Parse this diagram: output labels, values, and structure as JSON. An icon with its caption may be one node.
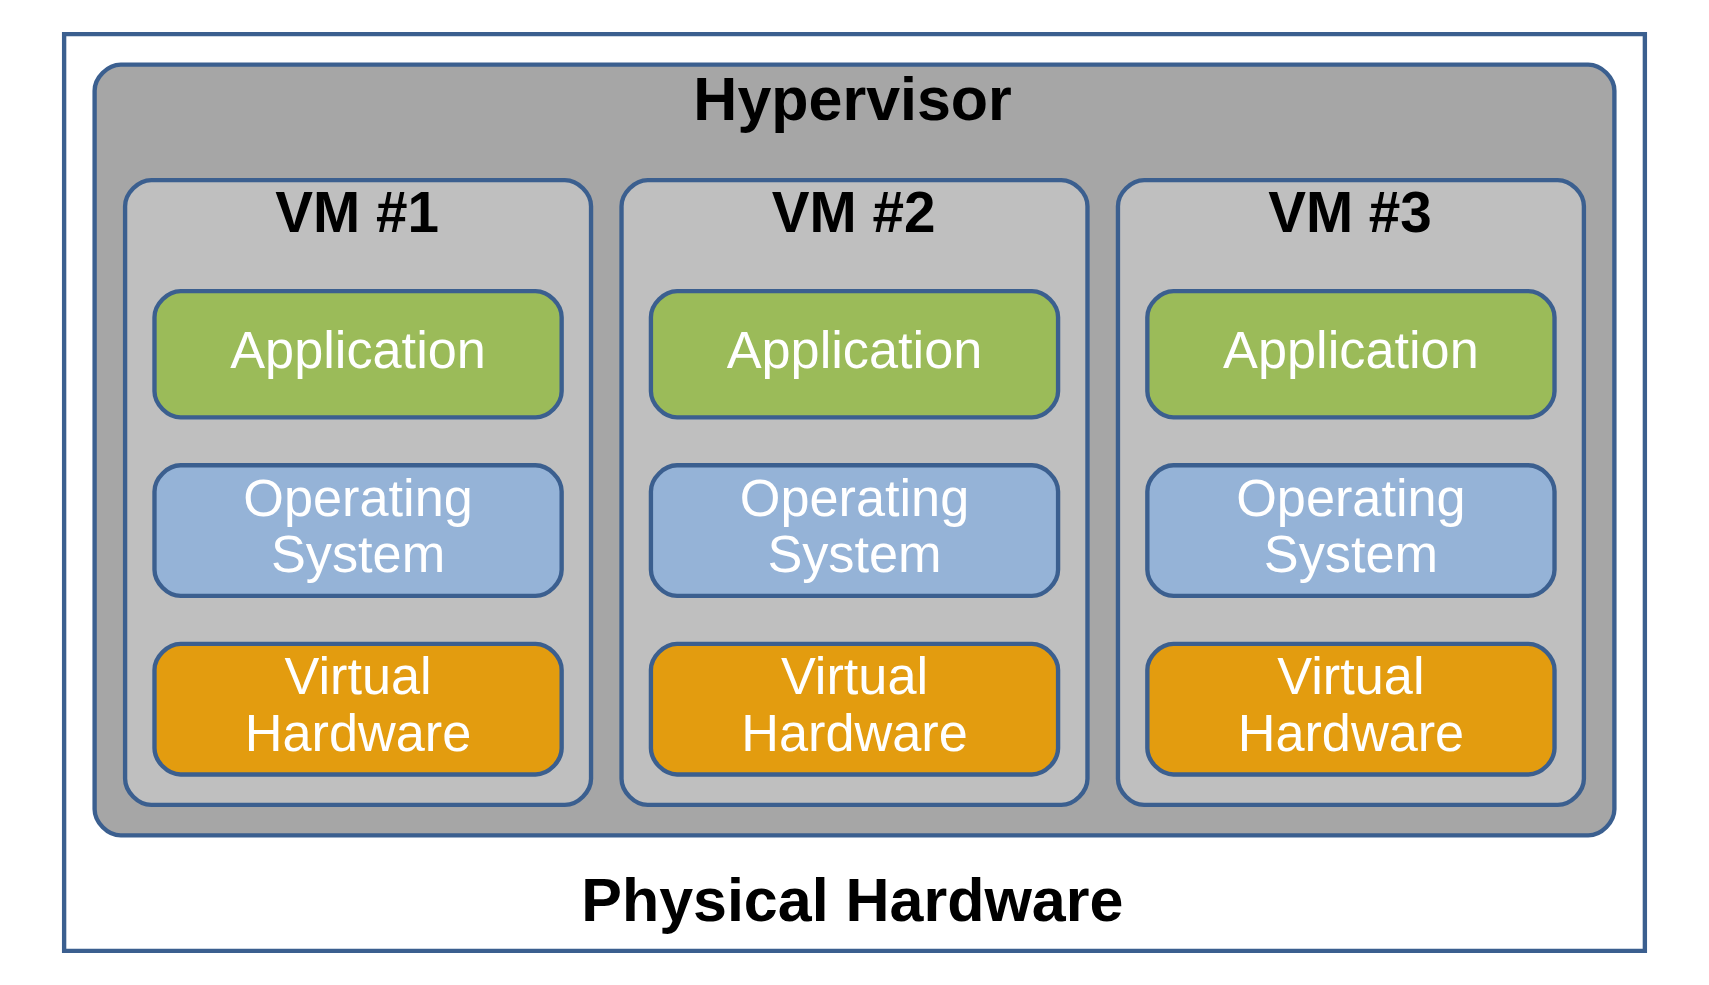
{
  "diagram": {
    "nodes": [
      {
        "text": [
          "Physical Hardware"
        ]
      },
      {
        "text": [
          "Hypervisor"
        ],
        "in": 0
      },
      {
        "text": [
          "VM #1"
        ],
        "in": 1
      },
      {
        "text": [
          "Application"
        ],
        "in": 2
      },
      {
        "text": [
          "Operating System"
        ],
        "in": 2
      },
      {
        "text": [
          "Virtual Hardware"
        ],
        "in": 2
      },
      {
        "text": [
          "VM #2"
        ],
        "in": 1
      },
      {
        "text": [
          "Application"
        ],
        "in": 6
      },
      {
        "text": [
          "Operating System"
        ],
        "in": 6
      },
      {
        "text": [
          "Virtual Hardware"
        ],
        "in": 6
      },
      {
        "text": [
          "VM #3"
        ],
        "in": 1
      },
      {
        "text": [
          "Application"
        ],
        "in": 10
      },
      {
        "text": [
          "Operating System"
        ],
        "in": 10
      },
      {
        "text": [
          "Virtual Hardware"
        ],
        "in": 10
      }
    ]
  }
}
